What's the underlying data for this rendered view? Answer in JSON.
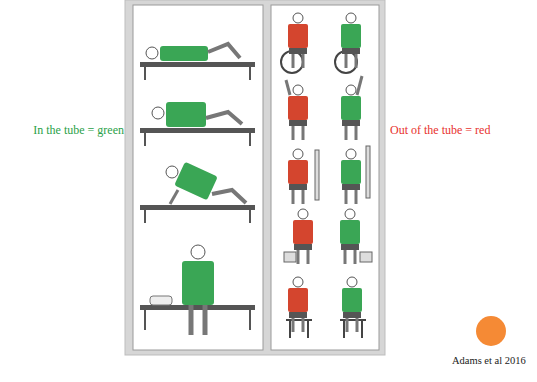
{
  "diagram": {
    "labels": [
      "In the tube = green",
      "Out of the tube = red",
      "Adams et al 2016"
    ]
  }
}
